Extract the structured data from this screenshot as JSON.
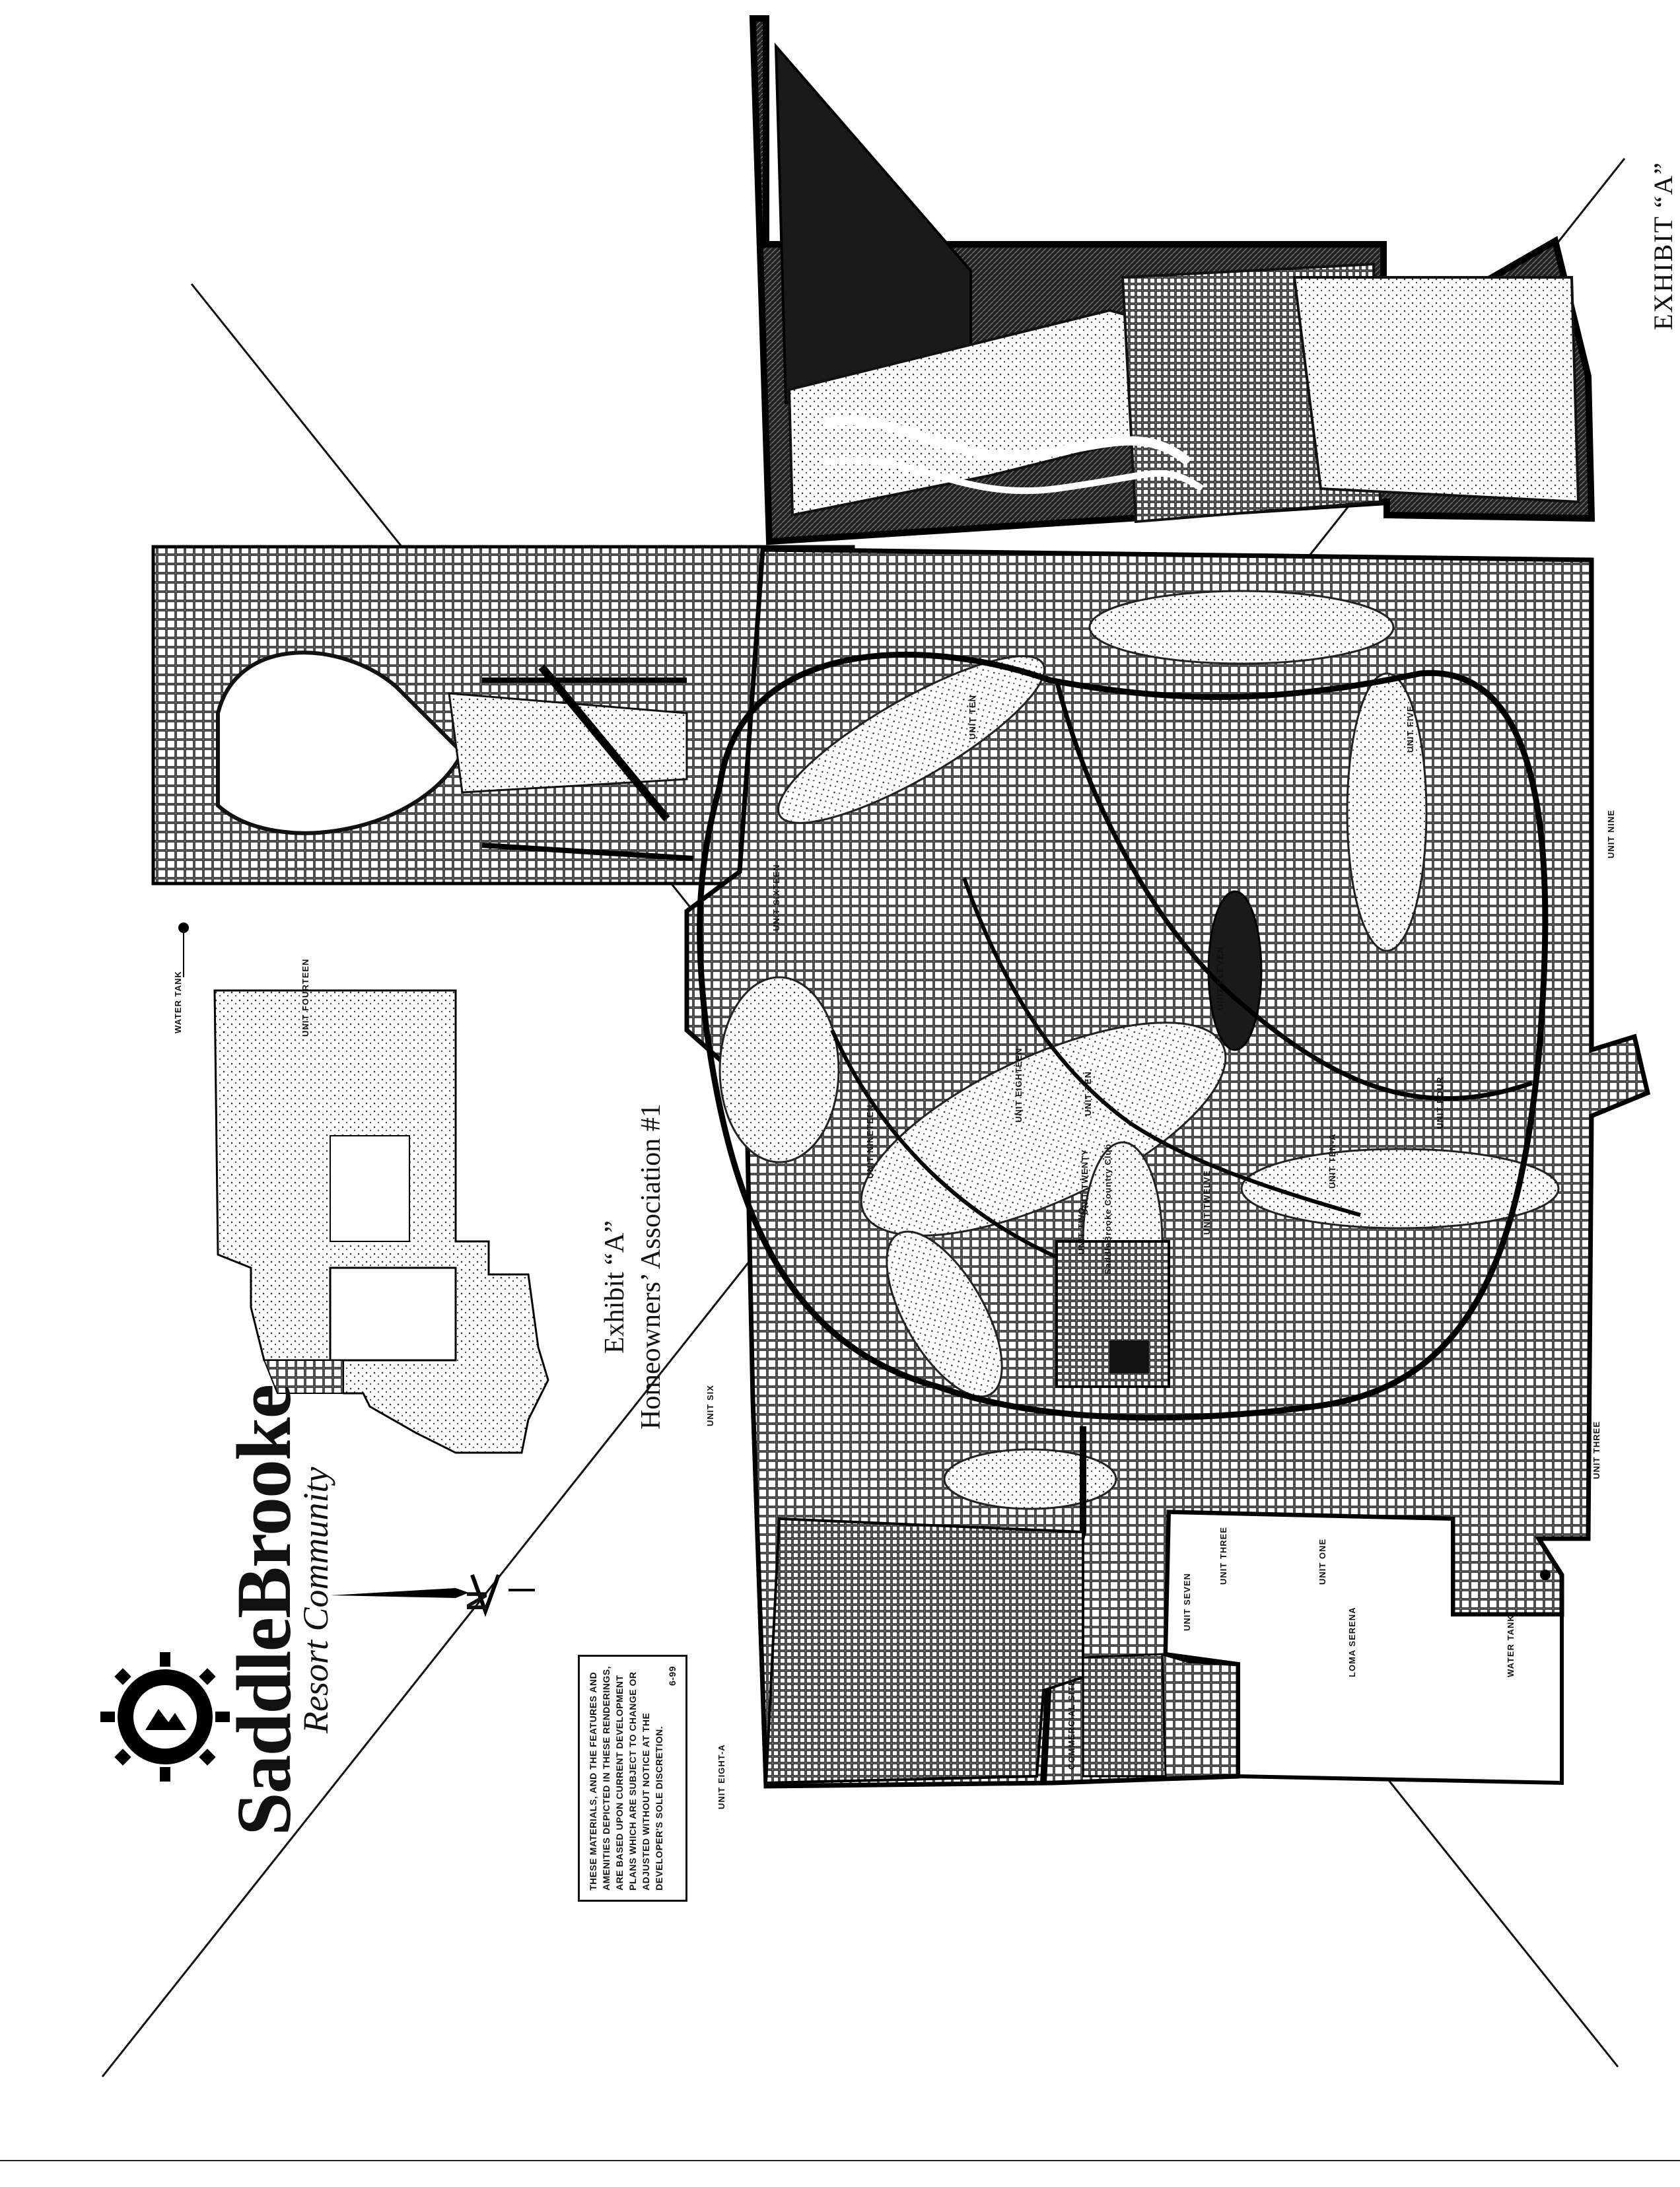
{
  "brand": {
    "name": "SaddleBrooke",
    "tagline": "Resort Community"
  },
  "exhibit": {
    "line1": "Exhibit “A”",
    "line2": "Homeowners’ Association #1",
    "corner_label": "EXHIBIT “A”"
  },
  "north_arrow": {
    "letter": "N"
  },
  "disclaimer": {
    "text": "THESE MATERIALS, AND THE FEATURES AND AMENITIES DEPICTED IN THESE RENDERINGS, ARE BASED UPON CURRENT DEVELOPMENT PLANS WHICH ARE SUBJECT TO CHANGE OR ADJUSTED WITHOUT NOTICE AT THE DEVELOPER'S SOLE DISCRETION.",
    "date": "6-99"
  },
  "labels": {
    "water_tank_1": "WATER TANK",
    "water_tank_2": "WATER TANK",
    "unit_fourteen": "UNIT FOURTEEN",
    "unit_sixteen": "UNIT SIXTEEN",
    "unit_ten_upper": "UNIT TEN",
    "unit_eighteen": "UNIT EIGHTEEN",
    "unit_ten": "UNIT TEN",
    "unit_nineteen": "UNIT NINETEEN",
    "unit_twenty": "UNIT TWENTY",
    "unit_two": "UNIT TWO",
    "country_club": "SaddleBrooke Country Club",
    "unit_eleven": "UNIT ELEVEN",
    "unit_five": "UNIT FIVE",
    "unit_nine": "UNIT NINE",
    "unit_four": "UNIT FOUR",
    "unit_ten_a": "UNIT TEN-A",
    "unit_twelve": "UNIT TWELVE",
    "unit_six": "UNIT SIX",
    "unit_three": "UNIT THREE",
    "unit_three_lower": "UNIT THREE",
    "unit_one": "UNIT ONE",
    "unit_seven": "UNIT SEVEN",
    "loma_serena": "LOMA SERENA",
    "commercial_site": "COMMERCIAL SITE",
    "unit_eight_a": "UNIT EIGHT-A"
  }
}
